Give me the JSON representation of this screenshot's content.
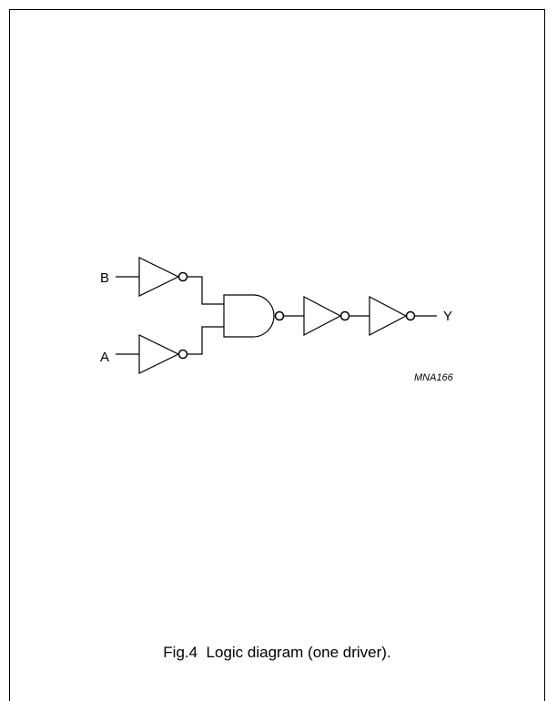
{
  "diagram": {
    "inputs": {
      "b": "B",
      "a": "A"
    },
    "output": "Y",
    "code": "MNA166"
  },
  "caption": "Fig.4  Logic diagram (one driver)."
}
